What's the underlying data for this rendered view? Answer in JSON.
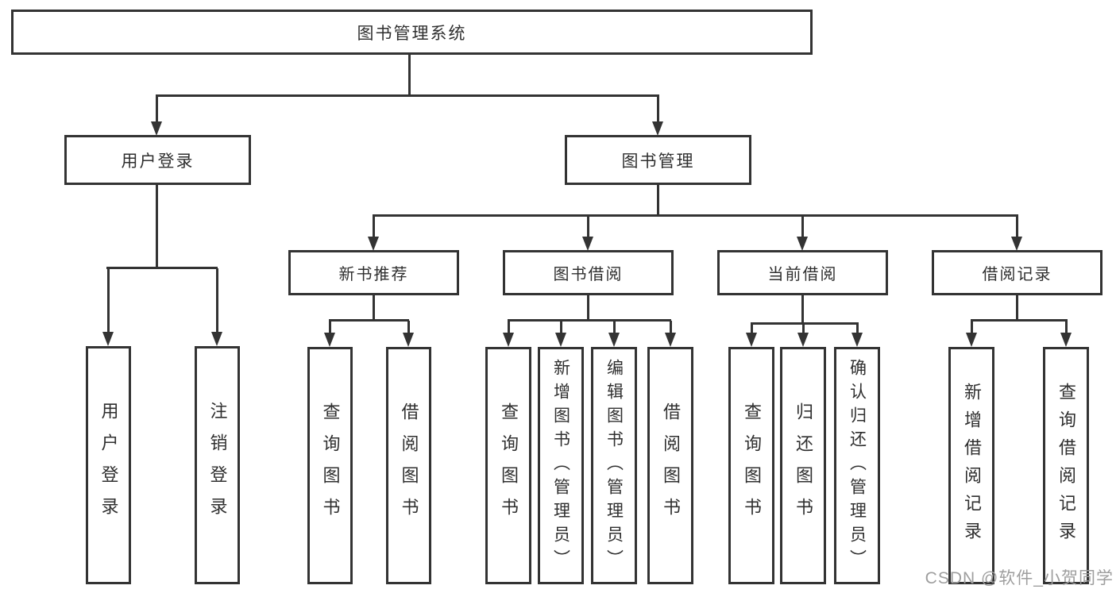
{
  "tree": {
    "root": {
      "label": "图书管理系统"
    },
    "branches": [
      {
        "label": "用户登录",
        "children": [
          {
            "label": "用户登录"
          },
          {
            "label": "注销登录"
          }
        ]
      },
      {
        "label": "图书管理",
        "groups": [
          {
            "label": "新书推荐",
            "children": [
              {
                "label": "查询图书"
              },
              {
                "label": "借阅图书"
              }
            ]
          },
          {
            "label": "图书借阅",
            "children": [
              {
                "label": "查询图书"
              },
              {
                "label": "新增图书（管理员）"
              },
              {
                "label": "编辑图书（管理员）"
              },
              {
                "label": "借阅图书"
              }
            ]
          },
          {
            "label": "当前借阅",
            "children": [
              {
                "label": "查询图书"
              },
              {
                "label": "归还图书"
              },
              {
                "label": "确认归还（管理员）"
              }
            ]
          },
          {
            "label": "借阅记录",
            "children": [
              {
                "label": "新增借阅记录"
              },
              {
                "label": "查询借阅记录"
              }
            ]
          }
        ]
      }
    ]
  },
  "watermark": {
    "text": "CSDN @软件_小贺同学"
  },
  "colors": {
    "line": "#333333",
    "text": "#2f2f2f",
    "watermark": "#9e9e9e",
    "background": "#ffffff"
  }
}
